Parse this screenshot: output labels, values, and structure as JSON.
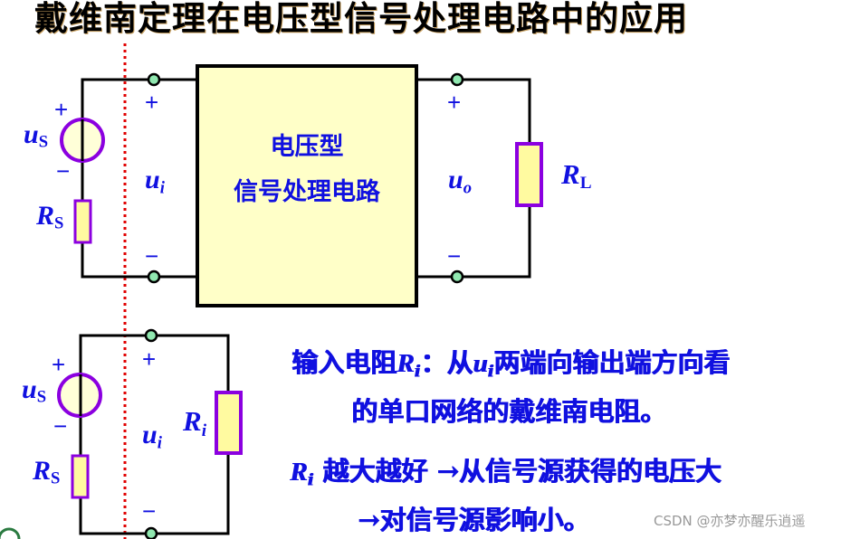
{
  "title": "戴维南定理在电压型信号处理电路中的应用",
  "colors": {
    "text_blue": "#1010e0",
    "wire": "#000000",
    "component_border": "#8b00e0",
    "component_fill": "#fffaa0",
    "box_fill": "#ffffc8",
    "terminal": "#90e8b0",
    "divider": "#e00000"
  },
  "top_circuit": {
    "source_label": "u",
    "source_sub": "S",
    "rs_label": "R",
    "rs_sub": "S",
    "ui_label": "u",
    "ui_sub": "i",
    "box_line1": "电压型",
    "box_line2": "信号处理电路",
    "uo_label": "u",
    "uo_sub": "o",
    "rl_label": "R",
    "rl_sub": "L",
    "plus": "+",
    "minus": "−"
  },
  "bottom_circuit": {
    "source_label": "u",
    "source_sub": "S",
    "rs_label": "R",
    "rs_sub": "S",
    "ui_label": "u",
    "ui_sub": "i",
    "ri_label": "R",
    "ri_sub": "i",
    "plus": "+",
    "minus": "−"
  },
  "text": {
    "line1_a": "输入电阻",
    "line1_r": "R",
    "line1_rsub": "i",
    "line1_b": "：从",
    "line1_u": "u",
    "line1_usub": "i",
    "line1_c": "两端向输出端方向看",
    "line2": "的单口网络的戴维南电阻。",
    "line3_r": "R",
    "line3_rsub": "i",
    "line3_b": " 越大越好 →从信号源获得的电压大",
    "line4": "→对信号源影响小。"
  },
  "watermark": "CSDN @亦梦亦醒乐逍遥"
}
